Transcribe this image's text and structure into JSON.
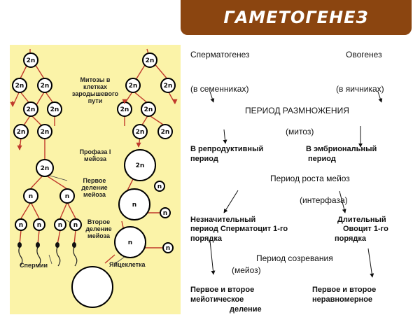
{
  "title": "ГАМЕТОГЕНЕЗ",
  "diagram": {
    "labels": {
      "mitosis": "Митозы в клетках зародышевого пути",
      "prophase": "Профаза I мейоза",
      "first_division": "Первое деление мейоза",
      "second_division": "Второе деление мейоза",
      "sperm": "Спермии",
      "egg": "Яйцеклетка"
    },
    "cell_2n": "2n",
    "cell_n": "n"
  },
  "text": {
    "spermatogenesis": "Сперматогенез",
    "oogenesis": "Овогенез",
    "in_testes": "(в семенниках)",
    "in_ovaries": "(в яичниках)",
    "reproduction_period": "ПЕРИОД РАЗМНОЖЕНИЯ",
    "mitosis": "(митоз)",
    "reproductive_line1": "В репродуктивный",
    "reproductive_line2": "период",
    "embryonic_line1": "В эмбриональный",
    "embryonic_line2": "период",
    "growth_period": "Период роста мейоз",
    "interphase": "(интерфаза)",
    "short_line1": "Незначительный",
    "short_line2": "период Сперматоцит 1-го",
    "short_line3": "порядка",
    "long_line1": "Длительный",
    "long_line2": "Овоцит 1-го",
    "long_line3": "порядка",
    "maturation_period": "Период созревания",
    "meiosis": "(мейоз)",
    "first_second_line1": "Первое и второе",
    "first_second_line2": "мейотическое",
    "first_second_line3": "деление",
    "first_second_uneven_line1": "Первое и второе",
    "first_second_uneven_line2": "неравномерное"
  }
}
